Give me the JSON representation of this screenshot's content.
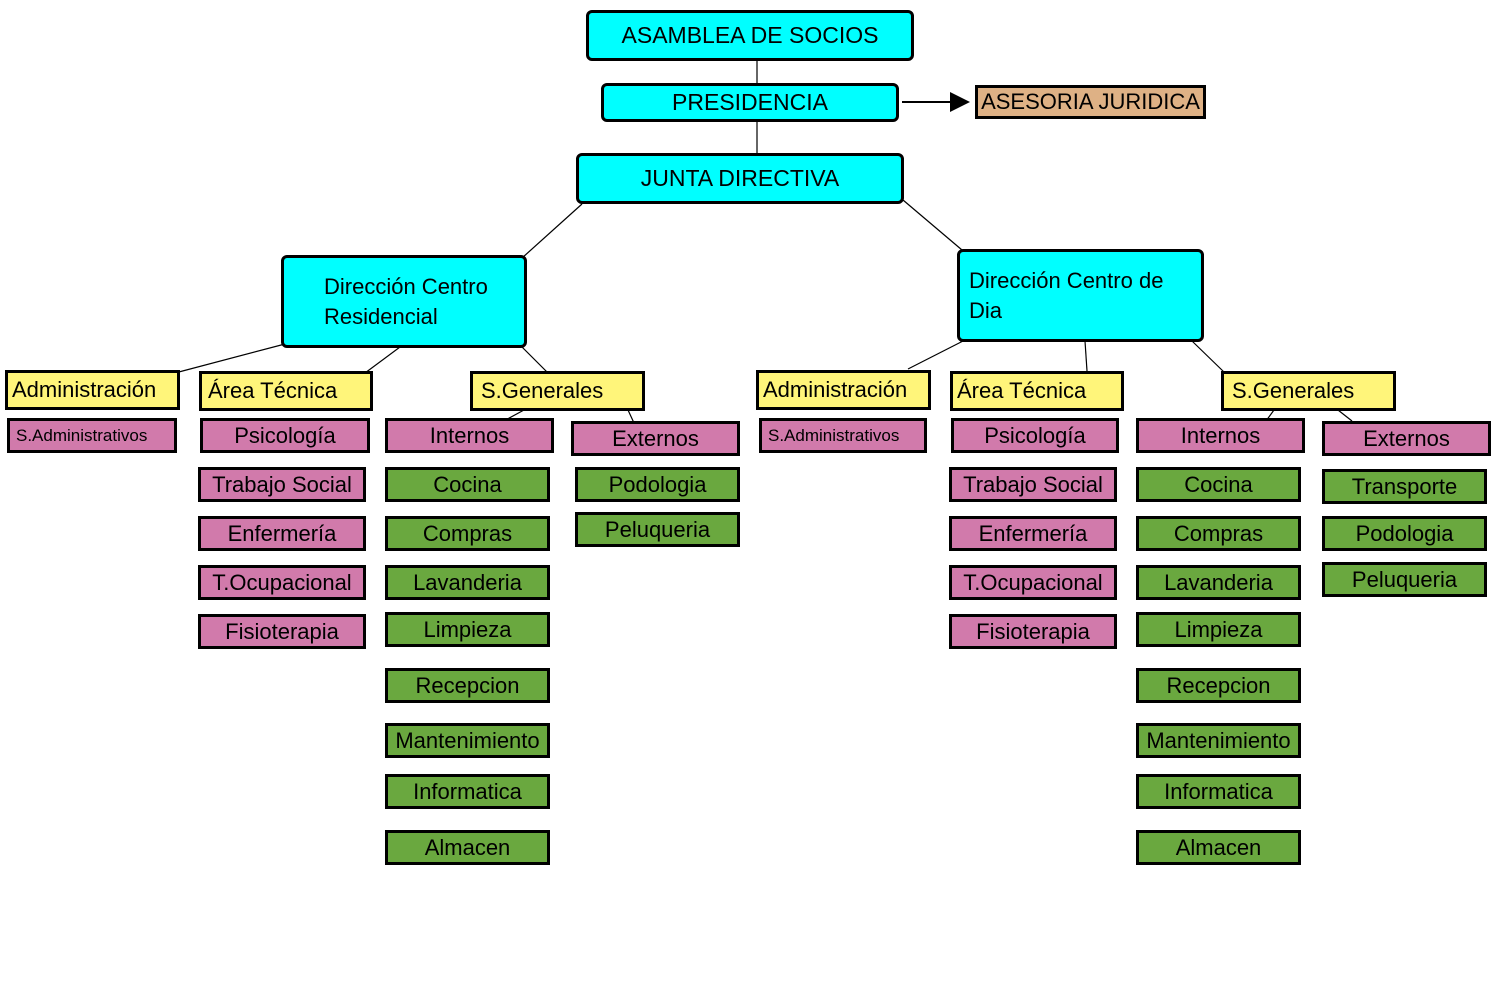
{
  "colors": {
    "governance": "#00ffff",
    "advisory": "#deb185",
    "area": "#fff57a",
    "department": "#d17aab",
    "service": "#6aa83f"
  },
  "top": {
    "asamblea": "ASAMBLEA DE SOCIOS",
    "presidencia": "PRESIDENCIA",
    "asesoria": "ASESORIA JURIDICA",
    "junta": "JUNTA DIRECTIVA"
  },
  "residencial": {
    "title_line1": "Dirección Centro",
    "title_line2": "Residencial",
    "administracion": "Administración",
    "s_administrativos": "S.Administrativos",
    "area_tecnica": "Área Técnica",
    "tecnica_items": [
      "Psicología",
      "Trabajo Social",
      "Enfermería",
      "T.Ocupacional",
      "Fisioterapia"
    ],
    "s_generales": "S.Generales",
    "internos": "Internos",
    "internos_items": [
      "Cocina",
      "Compras",
      "Lavanderia",
      "Limpieza",
      "Recepcion",
      "Mantenimiento",
      "Informatica",
      "Almacen"
    ],
    "externos": "Externos",
    "externos_items": [
      "Podologia",
      "Peluqueria"
    ]
  },
  "dia": {
    "title_line1": "Dirección Centro de",
    "title_line2": "Dia",
    "administracion": "Administración",
    "s_administrativos": "S.Administrativos",
    "area_tecnica": "Área Técnica",
    "tecnica_items": [
      "Psicología",
      "Trabajo Social",
      "Enfermería",
      "T.Ocupacional",
      "Fisioterapia"
    ],
    "s_generales": "S.Generales",
    "internos": "Internos",
    "internos_items": [
      "Cocina",
      "Compras",
      "Lavanderia",
      "Limpieza",
      "Recepcion",
      "Mantenimiento",
      "Informatica",
      "Almacen"
    ],
    "externos": "Externos",
    "externos_items": [
      "Transporte",
      "Podologia",
      "Peluqueria"
    ]
  }
}
